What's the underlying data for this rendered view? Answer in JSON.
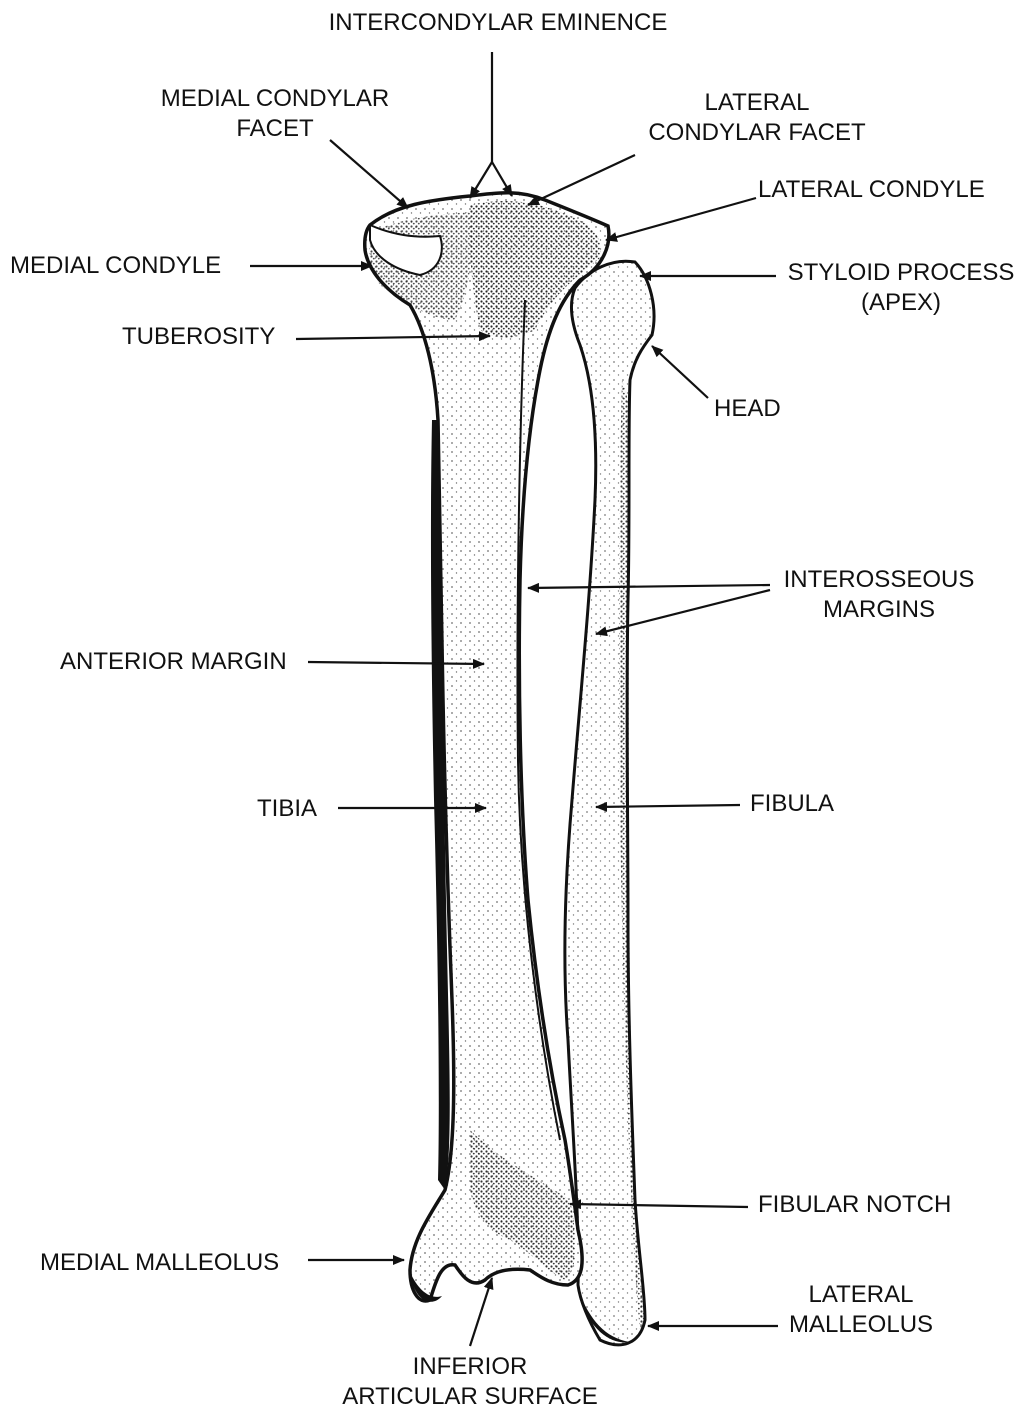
{
  "labels": {
    "intercondylar_eminence": "INTERCONDYLAR EMINENCE",
    "medial_condylar_facet": [
      "MEDIAL CONDYLAR",
      "FACET"
    ],
    "lateral_condylar_facet": [
      "LATERAL",
      "CONDYLAR FACET"
    ],
    "lateral_condyle": "LATERAL CONDYLE",
    "medial_condyle": "MEDIAL CONDYLE",
    "styloid_process": [
      "STYLOID PROCESS",
      "(APEX)"
    ],
    "tuberosity": "TUBEROSITY",
    "head": "HEAD",
    "interosseous_margins": [
      "INTEROSSEOUS",
      "MARGINS"
    ],
    "anterior_margin": "ANTERIOR MARGIN",
    "tibia": "TIBIA",
    "fibula": "FIBULA",
    "fibular_notch": "FIBULAR NOTCH",
    "medial_malleolus": "MEDIAL MALLEOLUS",
    "lateral_malleolus": [
      "LATERAL",
      "MALLEOLUS"
    ],
    "inferior_articular_surface": [
      "INFERIOR",
      "ARTICULAR SURFACE"
    ]
  },
  "colors": {
    "ink": "#111111",
    "bone": "#ffffff",
    "shade": "#1a1a1a"
  }
}
